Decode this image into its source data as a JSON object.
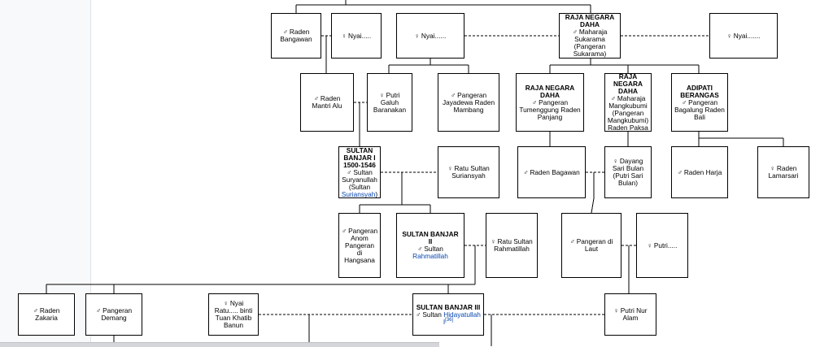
{
  "symbols": {
    "male": "♂",
    "female": "♀"
  },
  "colors": {
    "link": "#0645ad",
    "line": "#000000",
    "gutter": "#f8f9fa"
  },
  "nodes": [
    {
      "id": "raden-bangawan",
      "sex": "male",
      "text": "Raden Bangawan"
    },
    {
      "id": "nyai-1",
      "sex": "female",
      "text": "Nyai....."
    },
    {
      "id": "nyai-2",
      "sex": "female",
      "text": "Nyai......"
    },
    {
      "id": "raja-negara-daha-sukarama",
      "title": "RAJA NEGARA DAHA",
      "sex": "male",
      "text": "Maharaja Sukarama (Pangeran Sukarama)"
    },
    {
      "id": "nyai-3",
      "sex": "female",
      "text": "Nyai......."
    },
    {
      "id": "raden-mantri-alu",
      "sex": "male",
      "text": "Raden Mantri Alu"
    },
    {
      "id": "putri-galuh-baranakan",
      "sex": "female",
      "text": "Putri Galuh Baranakan"
    },
    {
      "id": "pangeran-jayadewa",
      "sex": "male",
      "text": "Pangeran Jayadewa Raden Mambang"
    },
    {
      "id": "raja-negara-daha-tumenggung",
      "title": "RAJA NEGARA DAHA",
      "sex": "male",
      "text": "Pangeran Tumenggung Raden Panjang"
    },
    {
      "id": "raja-negara-daha-mangkubumi",
      "title": "RAJA NEGARA DAHA",
      "sex": "male",
      "text": "Maharaja Mangkubumi (Pangeran Mangkubumi) Raden Paksa"
    },
    {
      "id": "adipati-berangas",
      "title": "ADIPATI BERANGAS",
      "sex": "male",
      "text": "Pangeran Bagalung Raden Bali"
    },
    {
      "id": "sultan-banjar-1",
      "title": "SULTAN BANJAR I 1500-1546",
      "sex": "male",
      "text": "Sultan Suryanullah (Sultan",
      "link": "Suriansyah",
      "tail": ")"
    },
    {
      "id": "ratu-sultan-suriansyah",
      "sex": "female",
      "text": "Ratu Sultan Suriansyah"
    },
    {
      "id": "raden-bagawan",
      "sex": "male",
      "text": "Raden Bagawan"
    },
    {
      "id": "dayang-sari-bulan",
      "sex": "female",
      "text": "Dayang Sari Bulan (Putri Sari Bulan)"
    },
    {
      "id": "raden-harja",
      "sex": "male",
      "text": "Raden Harja"
    },
    {
      "id": "raden-lamarsari",
      "sex": "female",
      "text": "Raden Lamarsari"
    },
    {
      "id": "pangeran-anom",
      "sex": "male",
      "text": "Pangeran Anom Pangeran di Hangsana"
    },
    {
      "id": "sultan-banjar-2",
      "title": "SULTAN BANJAR II",
      "sex": "male",
      "text": "Sultan",
      "link": "Rahmatillah"
    },
    {
      "id": "ratu-sultan-rahmatillah",
      "sex": "female",
      "text": "Ratu Sultan Rahmatillah"
    },
    {
      "id": "pangeran-di-laut",
      "sex": "male",
      "text": "Pangeran di Laut"
    },
    {
      "id": "putri-1",
      "sex": "female",
      "text": "Putri....."
    },
    {
      "id": "raden-zakaria",
      "sex": "male",
      "text": "Raden Zakaria"
    },
    {
      "id": "pangeran-demang",
      "sex": "male",
      "text": "Pangeran Demang"
    },
    {
      "id": "nyai-ratu-binti",
      "sex": "female",
      "text": "Nyai Ratu..... binti Tuan Khatib Banun"
    },
    {
      "id": "sultan-banjar-3",
      "title": "SULTAN BANJAR III",
      "sex": "male",
      "text": "Sultan",
      "link": "Hidayatullah I",
      "ref": "[36]"
    },
    {
      "id": "putri-nur-alam",
      "sex": "female",
      "text": "Putri Nur Alam"
    }
  ]
}
